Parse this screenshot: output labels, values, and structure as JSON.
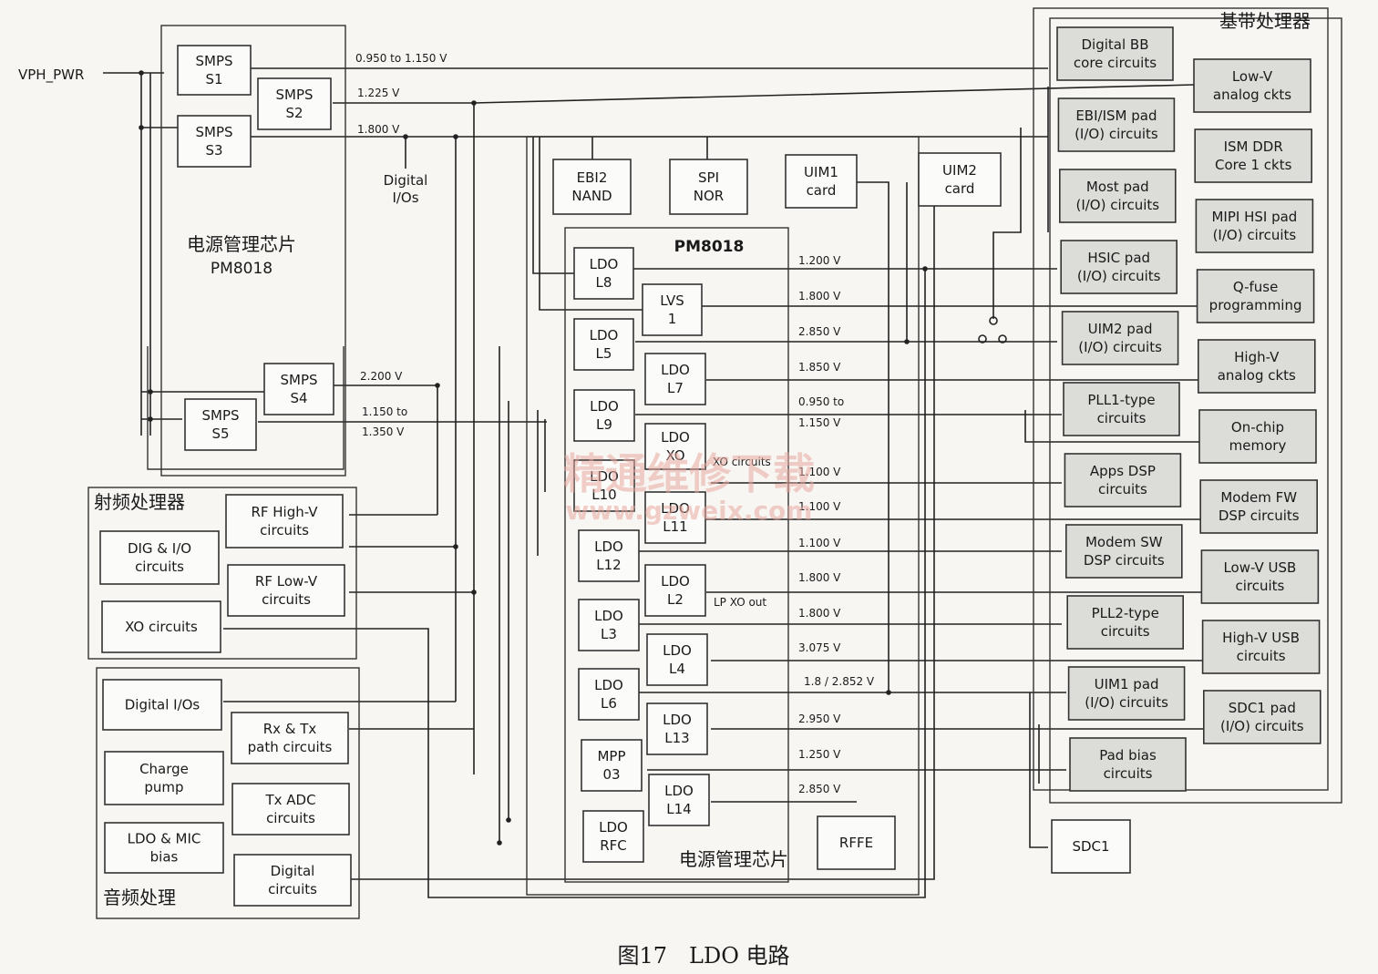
{
  "input_label": "VPH_PWR",
  "pmic_upper": {
    "title_cn": "电源管理芯片",
    "title_en": "PM8018"
  },
  "pmic_lower": {
    "title": "PM8018",
    "title_cn": "电源管理芯片"
  },
  "baseband": {
    "title": "基带处理器"
  },
  "rf_processor": {
    "title": "射频处理器"
  },
  "audio_processor": {
    "title": "音频处理"
  },
  "caption": "图17　LDO 电路",
  "watermark": {
    "cn": "精通维修下载",
    "url": "www.gzweix.com"
  },
  "smps": [
    {
      "id": "s1",
      "l1": "SMPS",
      "l2": "S1"
    },
    {
      "id": "s2",
      "l1": "SMPS",
      "l2": "S2"
    },
    {
      "id": "s3",
      "l1": "SMPS",
      "l2": "S3"
    },
    {
      "id": "s4",
      "l1": "SMPS",
      "l2": "S4"
    },
    {
      "id": "s5",
      "l1": "SMPS",
      "l2": "S5"
    }
  ],
  "smps_voltages": {
    "s1": "0.950 to 1.150 V",
    "s2": "1.225 V",
    "s3": "1.800 V",
    "s4": "2.200 V",
    "s5a": "1.150 to",
    "s5b": "1.350 V"
  },
  "digital_ios_label": {
    "l1": "Digital",
    "l2": "I/Os"
  },
  "memories": [
    {
      "id": "ebi2",
      "l1": "EBI2",
      "l2": "NAND"
    },
    {
      "id": "spi",
      "l1": "SPI",
      "l2": "NOR"
    },
    {
      "id": "uim1",
      "l1": "UIM1",
      "l2": "card"
    },
    {
      "id": "uim2",
      "l1": "UIM2",
      "l2": "card"
    }
  ],
  "regulators": [
    {
      "id": "l8",
      "l1": "LDO",
      "l2": "L8"
    },
    {
      "id": "lvs1",
      "l1": "LVS",
      "l2": "1"
    },
    {
      "id": "l5",
      "l1": "LDO",
      "l2": "L5"
    },
    {
      "id": "l7",
      "l1": "LDO",
      "l2": "L7"
    },
    {
      "id": "l9",
      "l1": "LDO",
      "l2": "L9"
    },
    {
      "id": "lxo",
      "l1": "LDO",
      "l2": "XO"
    },
    {
      "id": "l10",
      "l1": "LDO",
      "l2": "L10"
    },
    {
      "id": "l11",
      "l1": "LDO",
      "l2": "L11"
    },
    {
      "id": "l12",
      "l1": "LDO",
      "l2": "L12"
    },
    {
      "id": "l2",
      "l1": "LDO",
      "l2": "L2"
    },
    {
      "id": "l3",
      "l1": "LDO",
      "l2": "L3"
    },
    {
      "id": "l4",
      "l1": "LDO",
      "l2": "L4"
    },
    {
      "id": "l6",
      "l1": "LDO",
      "l2": "L6"
    },
    {
      "id": "l13",
      "l1": "LDO",
      "l2": "L13"
    },
    {
      "id": "mpp",
      "l1": "MPP",
      "l2": "03"
    },
    {
      "id": "l14",
      "l1": "LDO",
      "l2": "L14"
    },
    {
      "id": "rfc",
      "l1": "LDO",
      "l2": "RFC"
    }
  ],
  "ldo_voltages": [
    "1.200 V",
    "1.800 V",
    "2.850 V",
    "1.850 V",
    "0.950 to",
    "1.150 V",
    "1.100 V",
    "1.100 V",
    "1.100 V",
    "1.800 V",
    "1.800 V",
    "3.075 V",
    "1.8 / 2.852 V",
    "2.950 V",
    "1.250 V",
    "2.850 V"
  ],
  "notes": {
    "xo_circuits": "XO circuits",
    "lp_xo_out": "LP XO out"
  },
  "rffe": "RFFE",
  "sdc1": "SDC1",
  "baseband_blocks": [
    {
      "id": "digital-bb",
      "l1": "Digital BB",
      "l2": "core circuits"
    },
    {
      "id": "low-v-analog",
      "l1": "Low-V",
      "l2": "analog ckts"
    },
    {
      "id": "ebi-ism-pad",
      "l1": "EBI/ISM pad",
      "l2": "(I/O) circuits"
    },
    {
      "id": "ism-ddr",
      "l1": "ISM DDR",
      "l2": "Core 1 ckts"
    },
    {
      "id": "most-pad",
      "l1": "Most pad",
      "l2": "(I/O) circuits"
    },
    {
      "id": "mipi-hsi-pad",
      "l1": "MIPI HSI pad",
      "l2": "(I/O) circuits"
    },
    {
      "id": "hsic-pad",
      "l1": "HSIC pad",
      "l2": "(I/O) circuits"
    },
    {
      "id": "q-fuse",
      "l1": "Q-fuse",
      "l2": "programming"
    },
    {
      "id": "uim2-pad",
      "l1": "UIM2 pad",
      "l2": "(I/O) circuits"
    },
    {
      "id": "high-v-analog",
      "l1": "High-V",
      "l2": "analog ckts"
    },
    {
      "id": "pll1",
      "l1": "PLL1-type",
      "l2": "circuits"
    },
    {
      "id": "on-chip-memory",
      "l1": "On-chip",
      "l2": "memory"
    },
    {
      "id": "apps-dsp",
      "l1": "Apps DSP",
      "l2": "circuits"
    },
    {
      "id": "modem-fw",
      "l1": "Modem FW",
      "l2": "DSP circuits"
    },
    {
      "id": "modem-sw",
      "l1": "Modem SW",
      "l2": "DSP circuits"
    },
    {
      "id": "low-v-usb",
      "l1": "Low-V USB",
      "l2": "circuits"
    },
    {
      "id": "pll2",
      "l1": "PLL2-type",
      "l2": "circuits"
    },
    {
      "id": "high-v-usb",
      "l1": "High-V USB",
      "l2": "circuits"
    },
    {
      "id": "uim1-pad",
      "l1": "UIM1 pad",
      "l2": "(I/O) circuits"
    },
    {
      "id": "sdc1-pad",
      "l1": "SDC1 pad",
      "l2": "(I/O) circuits"
    },
    {
      "id": "pad-bias",
      "l1": "Pad bias",
      "l2": "circuits"
    }
  ],
  "rf_blocks": [
    {
      "id": "rf-high-v",
      "l1": "RF High-V",
      "l2": "circuits"
    },
    {
      "id": "dig-io",
      "l1": "DIG & I/O",
      "l2": "circuits"
    },
    {
      "id": "rf-low-v",
      "l1": "RF Low-V",
      "l2": "circuits"
    },
    {
      "id": "xo-circuits",
      "l1": "XO circuits",
      "l2": ""
    }
  ],
  "audio_blocks": [
    {
      "id": "digital-ios",
      "l1": "Digital I/Os",
      "l2": ""
    },
    {
      "id": "rx-tx",
      "l1": "Rx & Tx",
      "l2": "path circuits"
    },
    {
      "id": "charge-pump",
      "l1": "Charge",
      "l2": "pump"
    },
    {
      "id": "tx-adc",
      "l1": "Tx ADC",
      "l2": "circuits"
    },
    {
      "id": "ldo-mic",
      "l1": "LDO & MIC",
      "l2": "bias"
    },
    {
      "id": "digital-circuits",
      "l1": "Digital",
      "l2": "circuits"
    }
  ]
}
